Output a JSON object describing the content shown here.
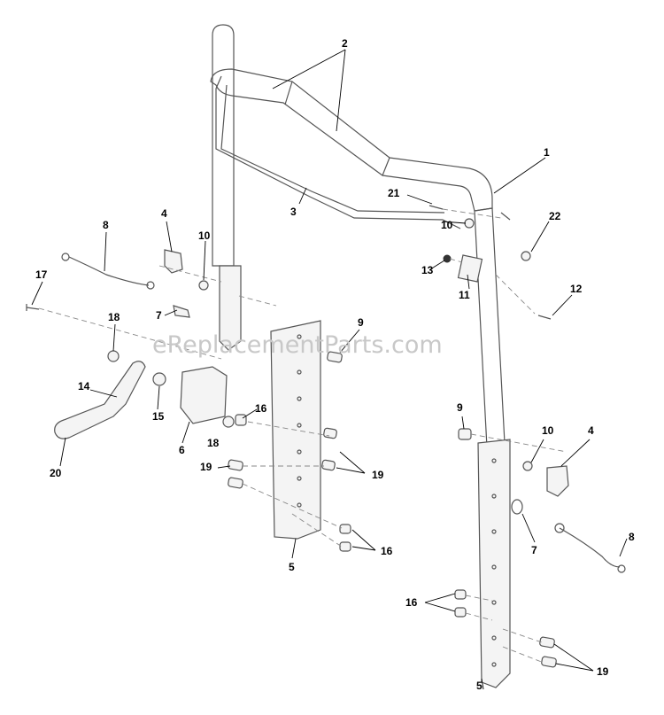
{
  "watermark": "eReplacementParts.com",
  "callouts": [
    {
      "id": "c2",
      "text": "2"
    },
    {
      "id": "c1",
      "text": "1"
    },
    {
      "id": "c21",
      "text": "21"
    },
    {
      "id": "c22",
      "text": "22"
    },
    {
      "id": "c3",
      "text": "3"
    },
    {
      "id": "c10a",
      "text": "10"
    },
    {
      "id": "c8a",
      "text": "8"
    },
    {
      "id": "c4a",
      "text": "4"
    },
    {
      "id": "c10b",
      "text": "10"
    },
    {
      "id": "c13",
      "text": "13"
    },
    {
      "id": "c11",
      "text": "11"
    },
    {
      "id": "c12",
      "text": "12"
    },
    {
      "id": "c17",
      "text": "17"
    },
    {
      "id": "c7a",
      "text": "7"
    },
    {
      "id": "c18a",
      "text": "18"
    },
    {
      "id": "c9a",
      "text": "9"
    },
    {
      "id": "c14",
      "text": "14"
    },
    {
      "id": "c15",
      "text": "15"
    },
    {
      "id": "c16a",
      "text": "16"
    },
    {
      "id": "c6",
      "text": "6"
    },
    {
      "id": "c18b",
      "text": "18"
    },
    {
      "id": "c20",
      "text": "20"
    },
    {
      "id": "c19a",
      "text": "19"
    },
    {
      "id": "c19b",
      "text": "19"
    },
    {
      "id": "c16b",
      "text": "16"
    },
    {
      "id": "c5a",
      "text": "5"
    },
    {
      "id": "c9b",
      "text": "9"
    },
    {
      "id": "c10c",
      "text": "10"
    },
    {
      "id": "c4b",
      "text": "4"
    },
    {
      "id": "c7b",
      "text": "7"
    },
    {
      "id": "c8b",
      "text": "8"
    },
    {
      "id": "c16c",
      "text": "16"
    },
    {
      "id": "c19c",
      "text": "19"
    },
    {
      "id": "c5b",
      "text": "5"
    }
  ]
}
